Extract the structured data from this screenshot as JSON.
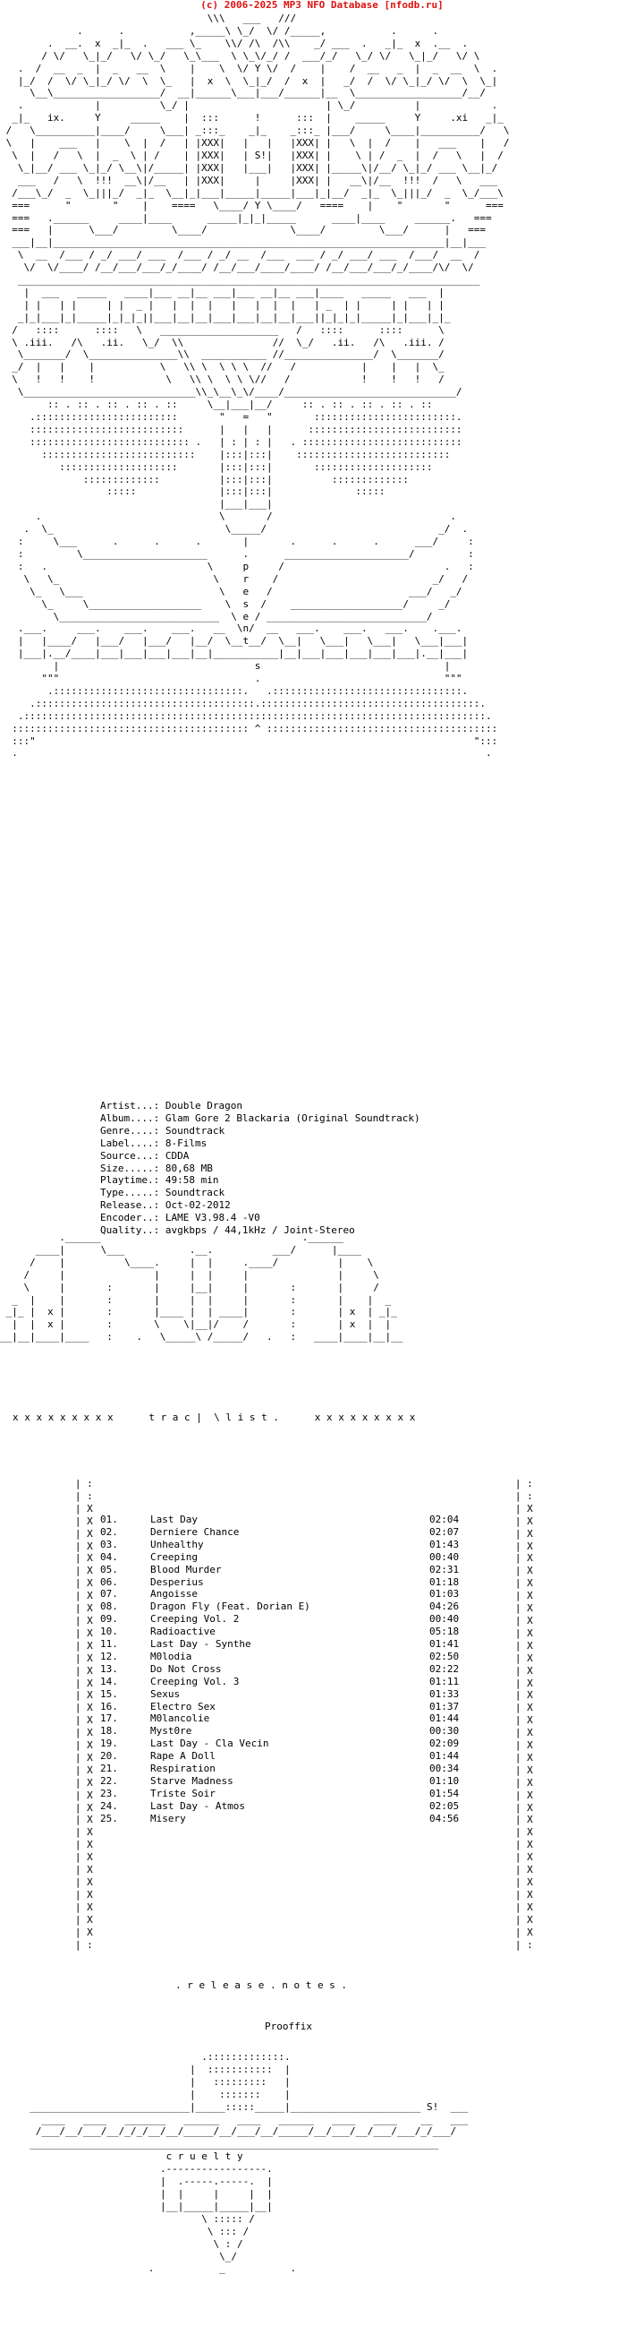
{
  "header": "(c) 2006-2025 MP3 NFO Database [nfodb.ru]",
  "art": {
    "top": "                                   \\\\\\   ___   ///\n             .      .           ,_____\\ \\_/  \\/ /_____,           .      .\n        .  __.  x  _|_  .   ___ \\_    \\\\/ /\\  /\\\\    _/ ___  .   _|_  x  .__  .\n       / \\/   \\_|_/   \\/ \\_/   \\_\\___  \\ \\_\\/_/ /  ___/_/   \\_/ \\/   \\_|_/   \\/ \\\n   .  /  __  _  |  _   __  \\    |    \\  \\/ Y \\/  /    |    /  __   _  |  _  __  \\  .\n   |_/  /  \\/ \\_|_/ \\/  \\  \\_   |  x  \\  \\_|_/  /  x  |   _/  /  \\/ \\_|_/ \\/  \\  \\_|\n     \\__\\__________________/  __|______\\___|___/______|__  \\__________________/__/\n   .            |          \\_/ |                       | \\_/          |            .\n  _|_   ix.     Y     _____    |  :::      !      :::  |    _____     Y     .xi   _|_\n /   \\__________|____/     \\___| _:::_    _|_    _:::_ |___/     \\____|__________/   \\\n \\   |    ___   |    \\  |  /   | |XXX|   |   |   |XXX| |   \\  |  /    |   ___    |   /\n  \\  |   /   \\  |  _  \\ | /    | |XXX|   | S!|   |XXX| |    \\ | /  _  |  /   \\   |  /\n   \\_|__/ ___ \\_|_/ \\__\\|/_____| |XXX|   |___|   |XXX| |_____\\|/__/ \\_|_/ ___ \\__|_/\n   ___   /   \\  !!!  __\\|/__   | |XXX|     |     |XXX| |   __\\|/__  !!!  /   \\   ___\n  /___\\_/  _  \\_|||_/  _|_  \\__|_|___|_____|_____|___|_|__/  _|_  \\_|||_/  _  \\_/___\\\n  ===      \"       \"    |    ====   \\____/ Y \\____/   ====    |    \"       \"      ===\n  ===   .______     ____|____      _____|_|_|_____      ____|____     ______.   ===\n  ===   |      \\___/         \\____/              \\____/         \\___/      |   ===\n  ___|__|__________________________________________________________________|__|___\n   \\  __  /___ / _/ ___/ ___  /___ / _/ __  /___  ___ / _/ ___/ ___  /___/  __  /\n    \\/  \\/____/ /__/___/___/_/____/ /__/___/____/____/ /__/___/___/_/____/\\/  \\/\n   ______________________________________________________________________________\n    |  ___   _____   ____|___ __|__ ___|___ __|__ ___|____   _____   ___  |\n    | |   | |     | |  _ |   |  |  |   |   |  |  |   | _  | |     | |   | |\n   _|_|___|_|_____|_|_|_||___|__|__|___|___|__|__|___||_|_|_|_____|_|___|_|_\n  /   ::::      ::::   \\   ____________________   /   ::::      ::::      \\\n  \\ .iii.   /\\   .ii.   \\_/  \\\\               //  \\_/   .ii.   /\\   .iii. /\n   \\_______/  \\_______________\\\\  ___________ //_______________/  \\_______/\n  _/  |   |    |           \\   \\\\ \\  \\ \\ \\  //   /           |    |   |  \\_\n  \\   !   !    !            \\   \\\\ \\  \\ \\ \\//   /            !    !   !   /\n   \\_____________________________\\\\_\\__\\_\\/____/_____________________________/\n        :: . :: . :: . :: . ::     \\__|___|__/     :: . :: . :: . :: . ::\n     .::::::::::::::::::::::::       \"   =   \"       ::::::::::::::::::::::::.\n     ::::::::::::::::::::::::::      |   |   |      ::::::::::::::::::::::::::\n     ::::::::::::::::::::::::::: .   | : | : |   . :::::::::::::::::::::::::::\n       ::::::::::::::::::::::::::    |:::|:::|    ::::::::::::::::::::::::::\n          ::::::::::::::::::::       |:::|:::|       ::::::::::::::::::::\n              :::::::::::::          |:::|:::|          :::::::::::::\n                  :::::              |:::|:::|              :::::\n                                     |___|___|\n      .                              \\       /                              .\n    .  \\_                             \\_____/                             _/  .\n   :     \\___      .      .      .       |       .      .      .      ___/     :\n   :         \\_____________________      .      _____________________/         :\n   :   .                           \\     p     /                           .   :\n    \\   \\_                          \\    r    /                          _/   /\n     \\_   \\___                       \\   e   /                       ___/   _/\n       \\_     \\___________________    \\  s  /    ___________________/     _/\n         \\___________________________  \\ e / ___________________________/\n   .___.     ___.    ___.    ___.   __  \\n/  __   ___.    ___.   ___.    .___.\n   |   |____/   |___/   |___/   |__/  \\__t__/  \\__|   \\___|   \\___|   \\___|___|\n   |___|.__/____|___|___|___|___|__|___________|__|___|___|___|___|___|.__|___|\n         |                                 s                               |\n       \"\"\"                                 .                               \"\"\"\n        .::::::::::::::::::::::::::::::::.   .::::::::::::::::::::::::::::::::.\n     .:::::::::::::::::::::::::::::::::::::.:::::::::::::::::::::::::::::::::::::.\n   .::::::::::::::::::::::::::::::::::::::::::::::::::::::::::::::::::::::::::::::.\n  :::::::::::::::::::::::::::::::::::::::: ^ :::::::::::::::::::::::::::::::::::::::\n  :::\"                                                                          \":::\n  .                                                                               .",
    "mid": "          .______                                  .______\n      ____|      \\___           .__.          ___/      |____\n     /    |          \\____.     |  |     .____/          |    \\\n    /     |               |     |  |     |               |     \\\n    \\     |       :       |     |__|     |       :       |     /\n  _  |    |       :       |     |  |     |       :       |    |  _\n _|_ |  x |       :       |____ |  | ____|       :       | x  | _|_\n  |  |  x |       :       \\    \\|__|/    /       :       | x  |  |\n__|__|____|____   :    .   \\_____\\ /_____/   .   :   ____|____|__|__",
    "xrow": "x x x x x x x x x      t r a c |  \\ l i s t .      x x x x x x x x x",
    "mid2": "          ____|____              ____|____            ____|____\n",
    "side_left": "   | :\n   | :\n   | X\n   | X\n   | X\n   | X\n   | X\n   | X\n   | X\n   | X\n   | X\n   | X\n   | X\n   | X\n   | X\n   | X\n   | X\n   | X\n   | X\n   | X\n   | X\n   | X\n   | X\n   | X\n   | X\n   | X\n   | X\n   | X\n   | X\n   | X\n   | X\n   | X\n   | X\n   | X\n   | X\n   | X\n   | X\n   | :",
    "release_notes": ". r e l e a s e . n o t e s .",
    "bottom": "                               .:::::::::::::.\n                             |  :::::::::::  |\n                             |   :::::::::   |\n                             |    :::::::    |\n  ___________________________|_____:::::_____|______________________ S!  ___\n    ____   ____   _______   ______   ____   ______   ____   ____    __   ___\n   /___/__/___/__/_/_/__/__/_____/__/___/__/_____/__/___/__/___/___/_/___/\n  _____________________________________________________________________\n                         c r u e l t y\n                        .-----------------.\n                        |  .-----.-----.  |\n                        |  |     |     |  |\n                        |__|_____|_____|__|\n                               \\ ::::: /\n                                \\ ::: /\n                                 \\ : /\n                                  \\_/\n                      .           _           ."
  },
  "info": {
    "artist_label": "Artist...:",
    "artist": "Double Dragon",
    "album_label": "Album....:",
    "album": "Glam Gore 2 Blackaria (Original Soundtrack)",
    "genre_label": "Genre....:",
    "genre": "Soundtrack",
    "label_label": "Label....:",
    "label": "8-Films",
    "source_label": "Source...:",
    "source": "CDDA",
    "size_label": "Size.....:",
    "size": "80,68 MB",
    "playtime_label": "Playtime.:",
    "playtime": "49:58 min",
    "type_label": "Type.....:",
    "type": "Soundtrack",
    "release_label": "Release..:",
    "release": "Oct-02-2012",
    "encoder_label": "Encoder..:",
    "encoder": "LAME V3.98.4 -V0",
    "quality_label": "Quality..:",
    "quality": "avgkbps / 44,1kHz / Joint-Stereo"
  },
  "tracks": [
    {
      "num": "01.",
      "title": "Last Day",
      "time": "02:04"
    },
    {
      "num": "02.",
      "title": "Derniere Chance",
      "time": "02:07"
    },
    {
      "num": "03.",
      "title": "Unhealthy",
      "time": "01:43"
    },
    {
      "num": "04.",
      "title": "Creeping",
      "time": "00:40"
    },
    {
      "num": "05.",
      "title": "Blood Murder",
      "time": "02:31"
    },
    {
      "num": "06.",
      "title": "Desperius",
      "time": "01:18"
    },
    {
      "num": "07.",
      "title": "Angoisse",
      "time": "01:03"
    },
    {
      "num": "08.",
      "title": "Dragon Fly (Feat. Dorian E)",
      "time": "04:26"
    },
    {
      "num": "09.",
      "title": "Creeping Vol. 2",
      "time": "00:40"
    },
    {
      "num": "10.",
      "title": "Radioactive",
      "time": "05:18"
    },
    {
      "num": "11.",
      "title": "Last Day - Synthe",
      "time": "01:41"
    },
    {
      "num": "12.",
      "title": "M0lodia",
      "time": "02:50"
    },
    {
      "num": "13.",
      "title": "Do Not Cross",
      "time": "02:22"
    },
    {
      "num": "14.",
      "title": "Creeping Vol. 3",
      "time": "01:11"
    },
    {
      "num": "15.",
      "title": "Sexus",
      "time": "01:33"
    },
    {
      "num": "16.",
      "title": "Electro Sex",
      "time": "01:37"
    },
    {
      "num": "17.",
      "title": "M0lancolie",
      "time": "01:44"
    },
    {
      "num": "18.",
      "title": "Myst0re",
      "time": "00:30"
    },
    {
      "num": "19.",
      "title": "Last Day - Cla Vecin",
      "time": "02:09"
    },
    {
      "num": "20.",
      "title": "Rape A Doll",
      "time": "01:44"
    },
    {
      "num": "21.",
      "title": "Respiration",
      "time": "00:34"
    },
    {
      "num": "22.",
      "title": "Starve Madness",
      "time": "01:10"
    },
    {
      "num": "23.",
      "title": "Triste Soir",
      "time": "01:54"
    },
    {
      "num": "24.",
      "title": "Last Day - Atmos",
      "time": "02:05"
    },
    {
      "num": "25.",
      "title": "Misery",
      "time": "04:56"
    }
  ],
  "prooffix": "Prooffix"
}
